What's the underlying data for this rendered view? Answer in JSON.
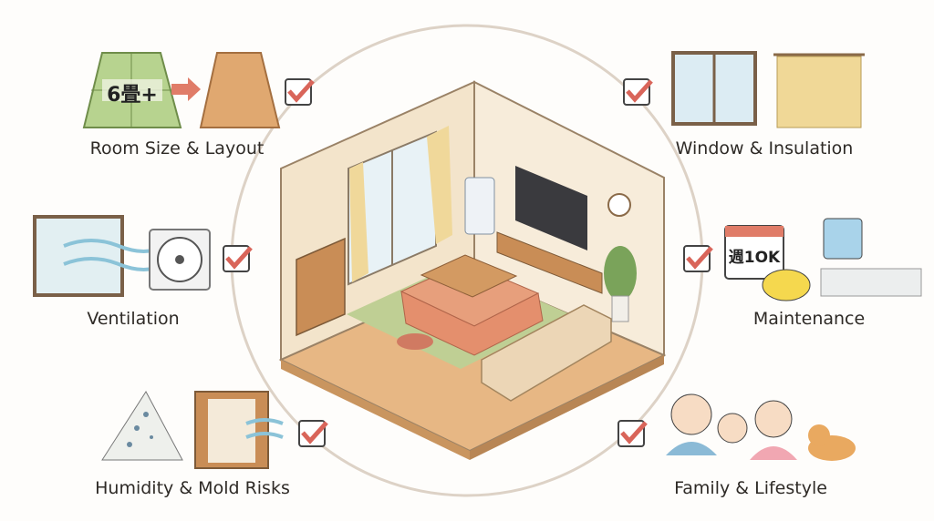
{
  "topics": [
    {
      "id": "room-size",
      "label": "Room Size & Layout",
      "badge": "6畳+"
    },
    {
      "id": "window",
      "label": "Window & Insulation"
    },
    {
      "id": "ventilation",
      "label": "Ventilation"
    },
    {
      "id": "maintenance",
      "label": "Maintenance",
      "badge": "週1OK"
    },
    {
      "id": "humidity",
      "label": "Humidity & Mold Risks"
    },
    {
      "id": "family",
      "label": "Family & Lifestyle"
    }
  ],
  "colors": {
    "check": "#d9655a",
    "tatami": "#b7d38f",
    "wood": "#e0a870",
    "wall": "#f6ebd8",
    "floor": "#e8b985",
    "kotatsu": "#e9a07f",
    "sofa": "#e9d3b3",
    "ring": "#ddd2c6"
  }
}
